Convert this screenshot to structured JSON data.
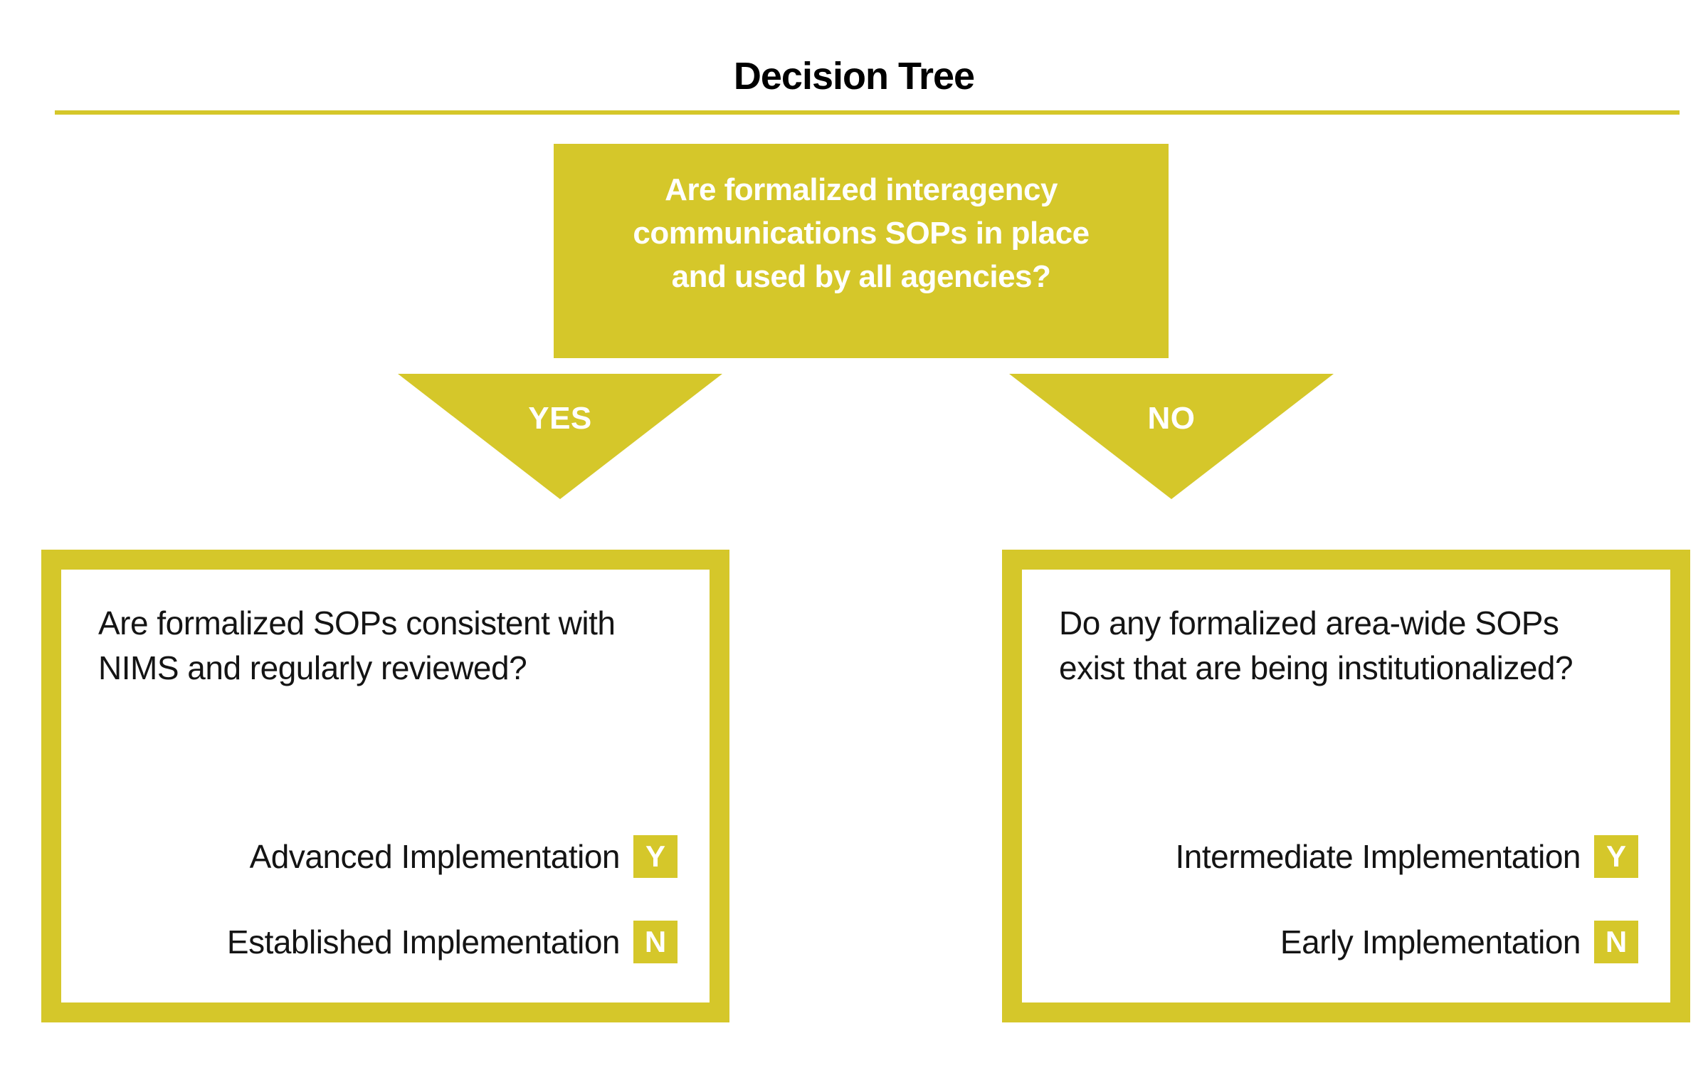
{
  "title": "Decision Tree",
  "colors": {
    "accent": "#d5c72a",
    "text": "#141414",
    "on_accent": "#ffffff"
  },
  "root": {
    "question": "Are formalized interagency\ncommunications SOPs in place\nand used by all agencies?"
  },
  "branches": [
    {
      "label": "YES",
      "question": "Are formalized SOPs consistent with\nNIMS and regularly reviewed?",
      "answers": [
        {
          "text": "Advanced Implementation",
          "badge": "Y"
        },
        {
          "text": "Established Implementation",
          "badge": "N"
        }
      ]
    },
    {
      "label": "NO",
      "question": "Do any formalized area-wide SOPs\nexist that are being institutionalized?",
      "answers": [
        {
          "text": "Intermediate Implementation",
          "badge": "Y"
        },
        {
          "text": "Early Implementation",
          "badge": "N"
        }
      ]
    }
  ]
}
